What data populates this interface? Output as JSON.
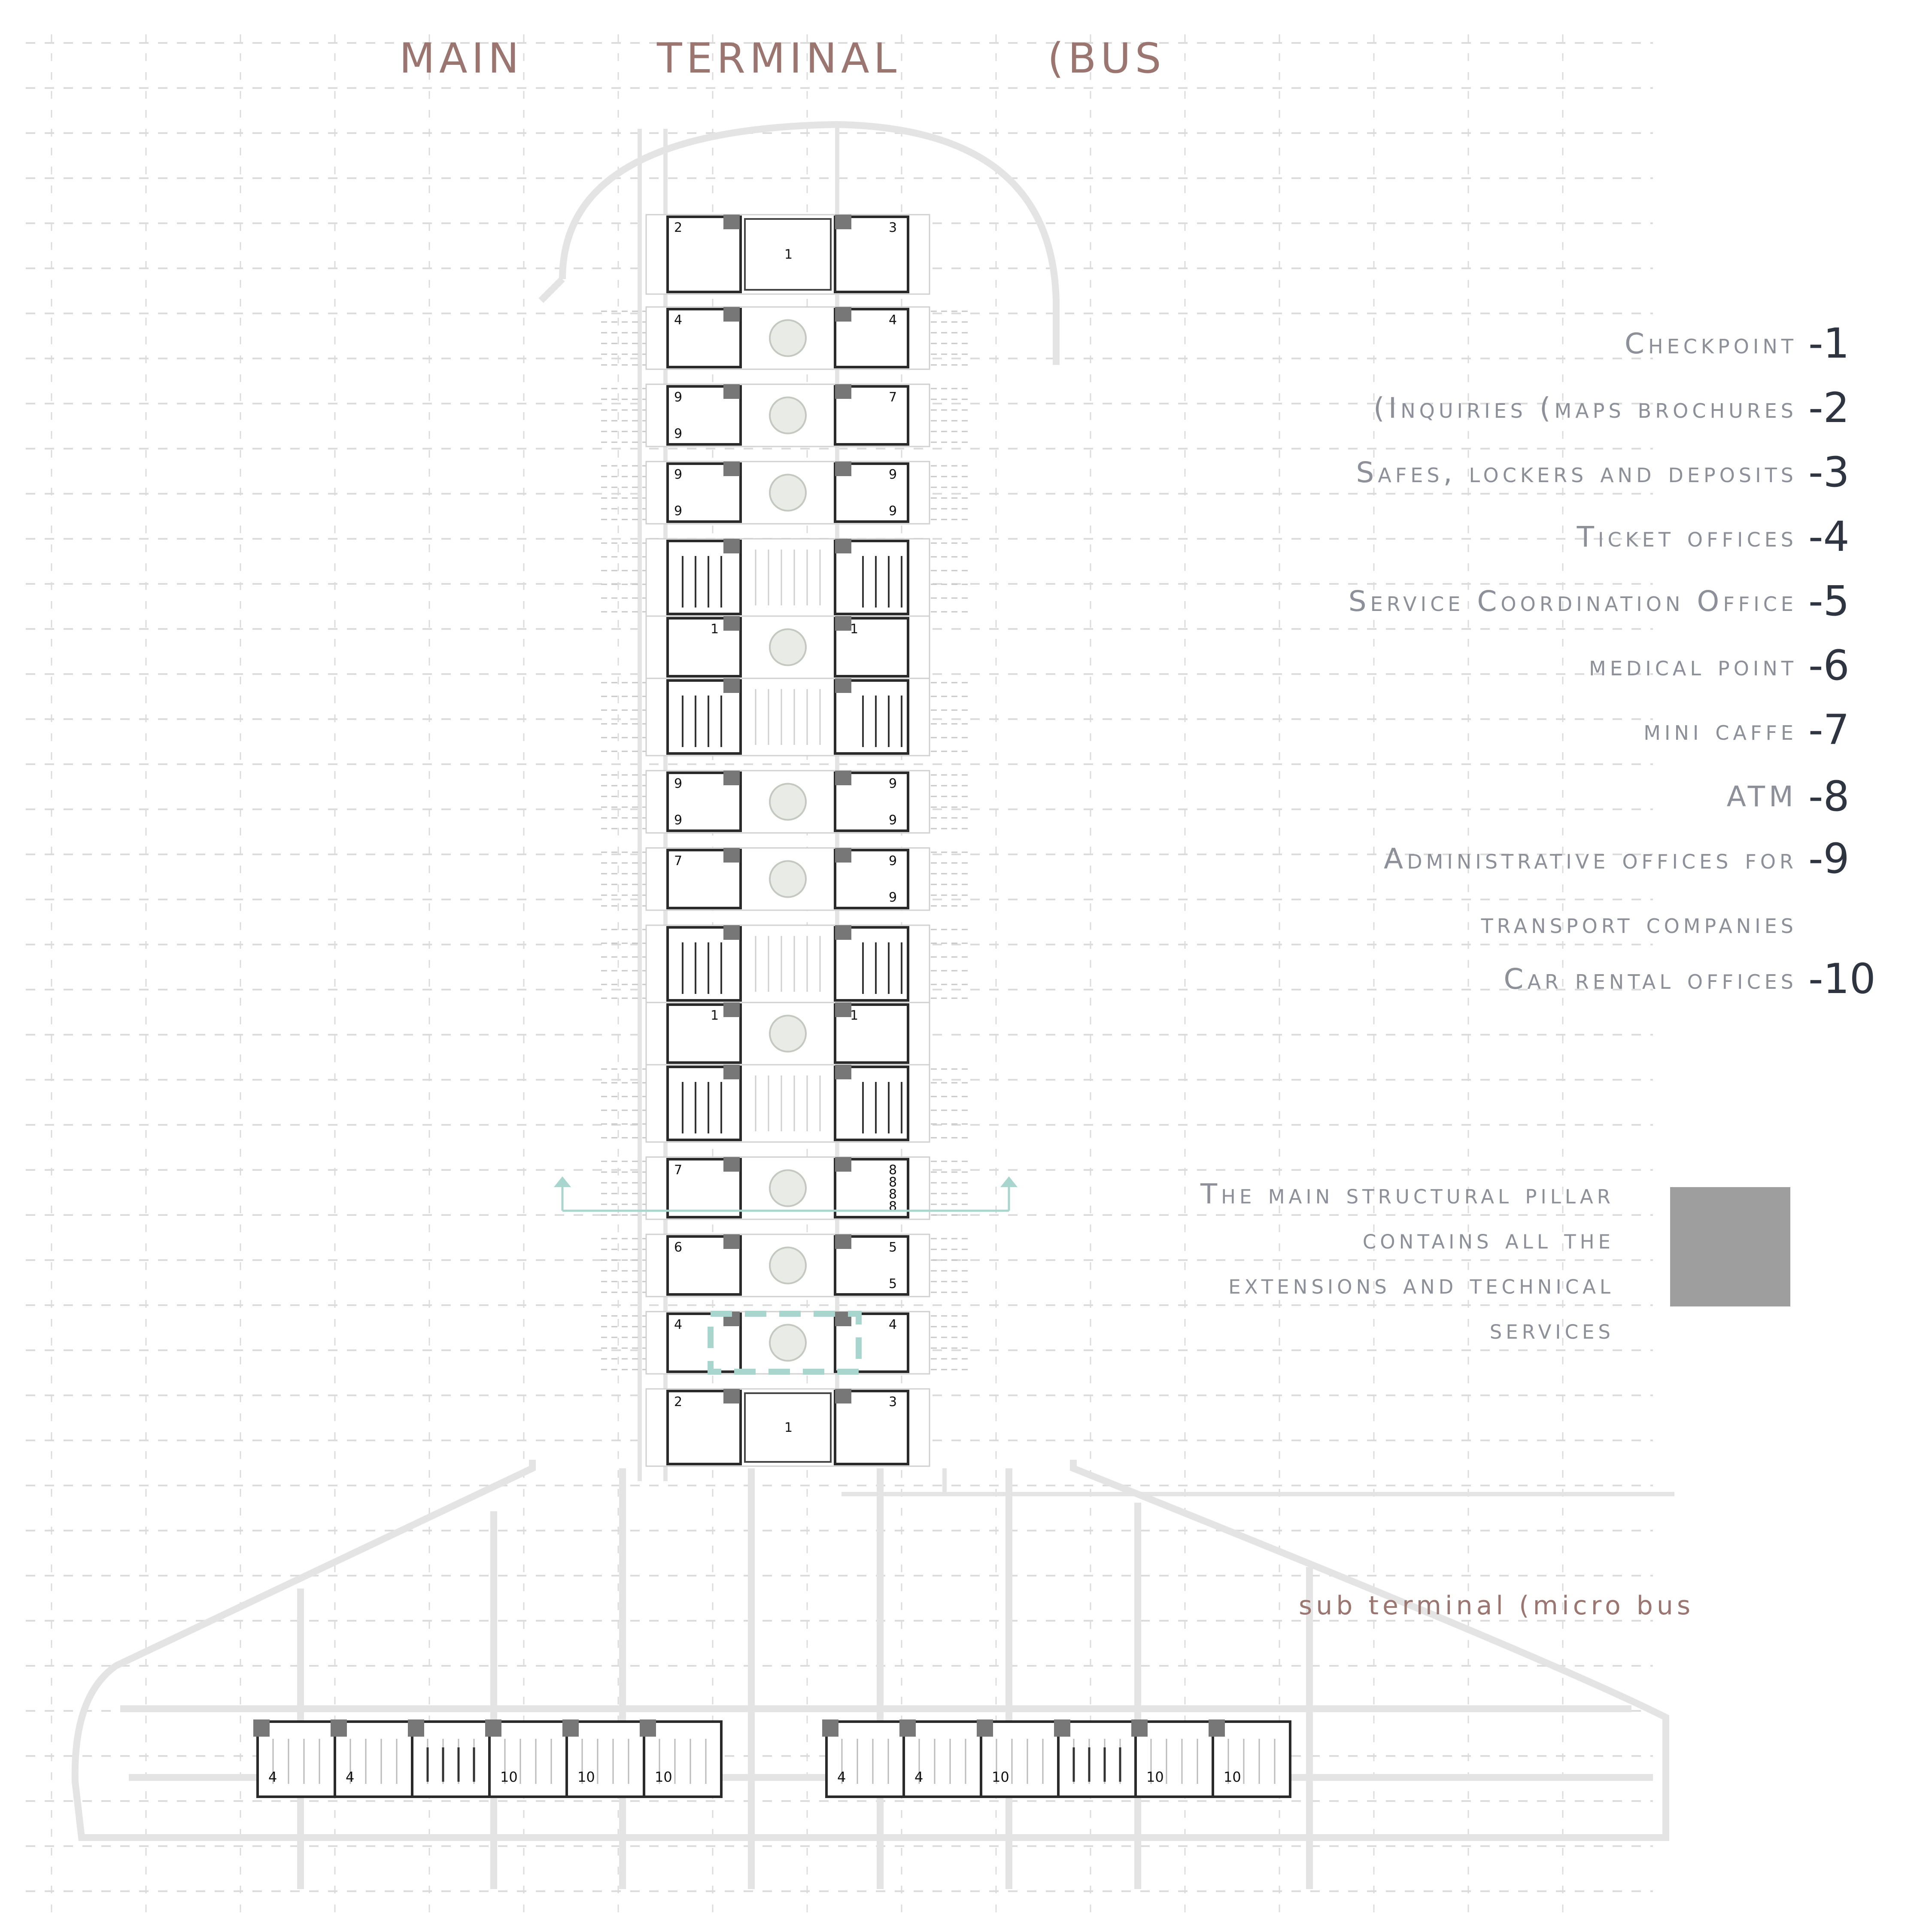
{
  "colors": {
    "title": "#9b7570",
    "legend_text": "#8d9098",
    "legend_number": "#2e3540",
    "pillar": "#9e9e9e",
    "sub_title": "#9b7570",
    "accent": "#a8d6cf",
    "grid": "#dcdcdc",
    "underlay": "#e4e4e4"
  },
  "title": {
    "words": [
      "MAIN",
      "TERMINAL",
      "(BUS"
    ]
  },
  "legend": [
    {
      "label": "Checkpoint",
      "number": "-1"
    },
    {
      "label": "(Inquiries (maps brochures",
      "number": "-2"
    },
    {
      "label": "Safes, lockers and deposits",
      "number": "-3"
    },
    {
      "label": "Ticket offices",
      "number": "-4"
    },
    {
      "label": "Service Coordination Office",
      "number": "-5"
    },
    {
      "label": "medical point",
      "number": "-6"
    },
    {
      "label": "mini caffe",
      "number": "-7"
    },
    {
      "label": "ATM",
      "number": "-8"
    },
    {
      "label": "Administrative offices for",
      "number": "-9"
    },
    {
      "label": "transport companies",
      "number": ""
    },
    {
      "label": "Car rental offices",
      "number": "-10"
    }
  ],
  "pillar_note": {
    "lines": [
      "The main structural pillar",
      "contains all the",
      "extensions and technical",
      "services"
    ],
    "swatch_icon": "grey-square"
  },
  "sub_terminal": {
    "title": "sub terminal (micro bus"
  },
  "plan": {
    "main_rooms": [
      {
        "left": "2",
        "right": "3",
        "center": "1",
        "kind": "end"
      },
      {
        "left": "4",
        "right": "4",
        "kind": "bay"
      },
      {
        "left": "9 9",
        "right": "7",
        "kind": "bay"
      },
      {
        "left": "9 9",
        "right": "9 9",
        "kind": "bay"
      },
      {
        "left": "",
        "right": "",
        "kind": "wc"
      },
      {
        "left": "1",
        "right": "1",
        "kind": "check"
      },
      {
        "left": "",
        "right": "",
        "kind": "wc"
      },
      {
        "left": "9 9",
        "right": "9 9",
        "kind": "bay"
      },
      {
        "left": "7",
        "right": "9 9",
        "kind": "bay"
      },
      {
        "left": "",
        "right": "",
        "kind": "wc"
      },
      {
        "left": "1",
        "right": "1",
        "kind": "check"
      },
      {
        "left": "",
        "right": "",
        "kind": "wc"
      },
      {
        "left": "7",
        "right": "8 8 8 8",
        "kind": "bay"
      },
      {
        "left": "6",
        "right": "5 5",
        "kind": "bay"
      },
      {
        "left": "4",
        "right": "4",
        "kind": "bay"
      },
      {
        "left": "2",
        "right": "3",
        "center": "1",
        "kind": "end"
      }
    ],
    "sub_rooms_left": [
      "4",
      "4",
      "",
      "10",
      "10",
      "10"
    ],
    "sub_rooms_right": [
      "4",
      "4",
      "10",
      "",
      "10",
      "10"
    ]
  }
}
